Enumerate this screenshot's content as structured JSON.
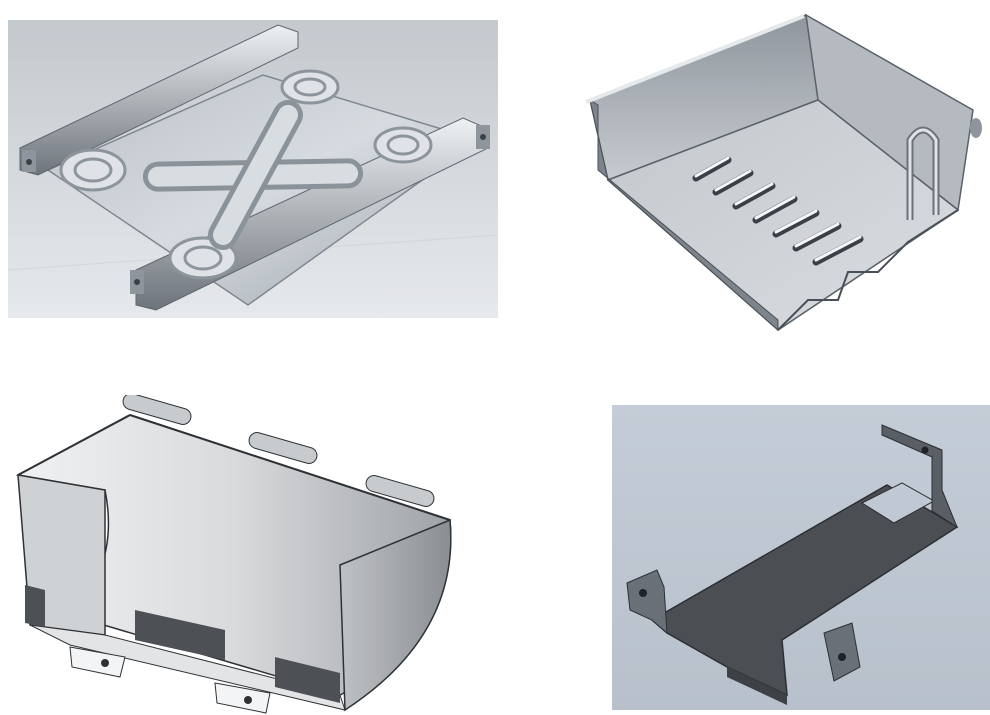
{
  "figures": [
    {
      "name": "tray-with-x-embossing",
      "background": "#c9ced3"
    },
    {
      "name": "box-with-louvers",
      "background": "#ffffff"
    },
    {
      "name": "curved-bucket-with-hinges",
      "background": "#ffffff"
    },
    {
      "name": "bracket-with-square-cutout",
      "background": "#c3ccd6"
    }
  ],
  "colors": {
    "steel_light": "#d9dde2",
    "steel_mid": "#a9b0b7",
    "steel_dark": "#5e656c",
    "bracket_dark": "#4b4f54"
  }
}
